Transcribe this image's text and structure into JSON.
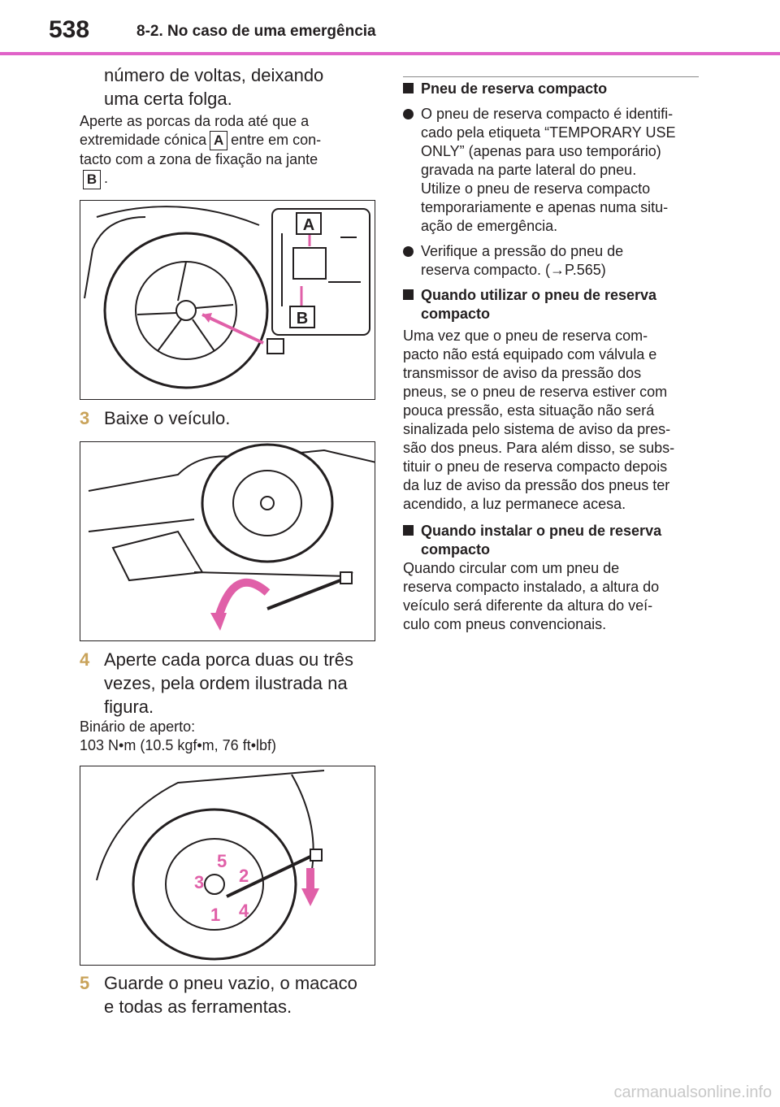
{
  "header": {
    "page_number": "538",
    "section_title": "8-2. No caso de uma emergência"
  },
  "left": {
    "intro_big_1": "número de voltas, deixando",
    "intro_big_2": "uma certa folga.",
    "note_line1": "Aperte as porcas da roda até que a",
    "note_line2a": "extremidade cónica",
    "note_label_a": "A",
    "note_line2b": "entre em con-",
    "note_line3": "tacto com a zona de fixação na jante",
    "note_label_b": "B",
    "note_end": ".",
    "fig1_label_a": "A",
    "fig1_label_b": "B",
    "step3_num": "3",
    "step3_text": "Baixe o veículo.",
    "step4_num": "4",
    "step4_line1": "Aperte cada porca duas ou três",
    "step4_line2": "vezes, pela ordem ilustrada na",
    "step4_line3": "figura.",
    "torque_label": "Binário de aperto:",
    "torque_value": "103 N•m (10.5 kgf•m, 76 ft•lbf)",
    "fig3_nums": [
      "1",
      "2",
      "3",
      "4",
      "5"
    ],
    "step5_num": "5",
    "step5_line1": "Guarde o pneu vazio, o macaco",
    "step5_line2": "e todas as ferramentas."
  },
  "right": {
    "h1": "Pneu de reserva compacto",
    "b1": [
      "O pneu de reserva compacto é identifi-",
      "cado pela etiqueta “TEMPORARY USE",
      "ONLY” (apenas para uso temporário)",
      "gravada na parte lateral do pneu.",
      "Utilize o pneu de reserva compacto",
      "temporariamente e apenas numa situ-",
      "ação de emergência."
    ],
    "b2": [
      "Verifique a pressão do pneu de",
      "reserva compacto. (→P.565)"
    ],
    "h2": [
      "Quando utilizar o pneu de reserva",
      "compacto"
    ],
    "p2": [
      "Uma vez que o pneu de reserva com-",
      "pacto não está equipado com válvula e",
      "transmissor de aviso da pressão dos",
      "pneus, se o pneu de reserva estiver com",
      "pouca pressão, esta situação não será",
      "sinalizada pelo sistema de aviso da pres-",
      "são dos pneus. Para além disso, se subs-",
      "tituir o pneu de reserva compacto depois",
      "da luz de aviso da pressão dos pneus ter",
      "acendido, a luz permanece acesa."
    ],
    "h3": [
      "Quando instalar o pneu de reserva",
      "compacto"
    ],
    "p3": [
      "Quando circular com um pneu de",
      "reserva compacto instalado, a altura do",
      "veículo será diferente da altura do veí-",
      "culo com pneus convencionais."
    ]
  },
  "footer": {
    "watermark": "carmanualsonline.info"
  },
  "colors": {
    "accent_line": "#e062c8",
    "step_number": "#c9a35a",
    "arrow_pink": "#e060a8"
  }
}
